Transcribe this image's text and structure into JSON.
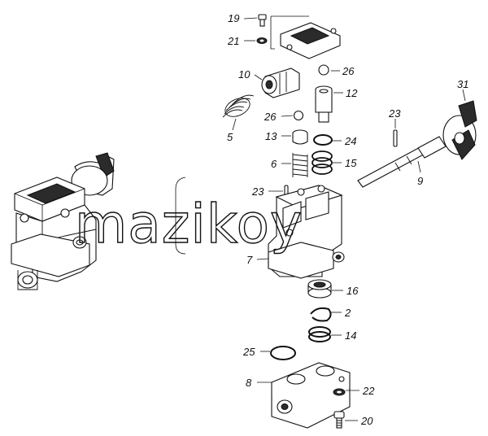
{
  "watermark": "mazikoy",
  "callouts": [
    {
      "id": "19",
      "label": "19"
    },
    {
      "id": "21",
      "label": "21"
    },
    {
      "id": "26a",
      "label": "26"
    },
    {
      "id": "10",
      "label": "10"
    },
    {
      "id": "12",
      "label": "12"
    },
    {
      "id": "31",
      "label": "31"
    },
    {
      "id": "26b",
      "label": "26"
    },
    {
      "id": "5",
      "label": "5"
    },
    {
      "id": "23a",
      "label": "23"
    },
    {
      "id": "13",
      "label": "13"
    },
    {
      "id": "24",
      "label": "24"
    },
    {
      "id": "6",
      "label": "6"
    },
    {
      "id": "15",
      "label": "15"
    },
    {
      "id": "9",
      "label": "9"
    },
    {
      "id": "23b",
      "label": "23"
    },
    {
      "id": "7",
      "label": "7"
    },
    {
      "id": "16",
      "label": "16"
    },
    {
      "id": "2",
      "label": "2"
    },
    {
      "id": "14",
      "label": "14"
    },
    {
      "id": "25",
      "label": "25"
    },
    {
      "id": "8",
      "label": "8"
    },
    {
      "id": "22",
      "label": "22"
    },
    {
      "id": "20",
      "label": "20"
    }
  ]
}
